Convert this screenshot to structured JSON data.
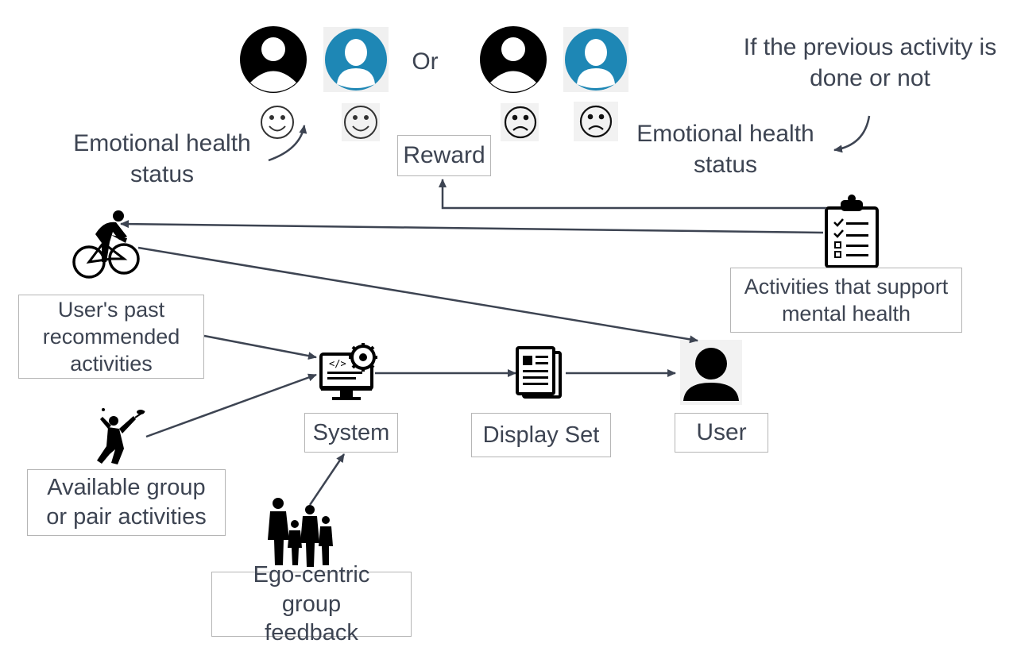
{
  "header": {
    "or_label": "Or",
    "previous_activity_note": "If the previous activity is done or not",
    "emotional_status_left": "Emotional health status",
    "emotional_status_right": "Emotional health status"
  },
  "nodes": {
    "reward": "Reward",
    "activities_support": "Activities that support mental health",
    "past_activities": "User's past recommended activities",
    "group_activities": "Available group or pair activities",
    "ego_feedback": "Ego-centric group feedback",
    "system": "System",
    "display_set": "Display Set",
    "user": "User"
  },
  "icons": {
    "happy_profile_black": "user-profile-icon",
    "happy_profile_blue": "user-profile-icon",
    "sad_profile_black": "user-profile-icon",
    "sad_profile_blue": "user-profile-icon",
    "faces": [
      "smiley-icon",
      "smiley-icon",
      "frown-icon",
      "frown-icon"
    ],
    "cyclist": "cyclist-icon",
    "badminton": "badminton-player-icon",
    "family": "family-group-icon",
    "computer": "computer-gear-icon",
    "document": "document-icon",
    "user": "user-icon",
    "clipboard": "clipboard-checklist-icon"
  },
  "colors": {
    "text": "#3d4452",
    "arrow": "#3d4452",
    "avatar_blue": "#1e87b5",
    "box_border": "#b5b5b5"
  }
}
